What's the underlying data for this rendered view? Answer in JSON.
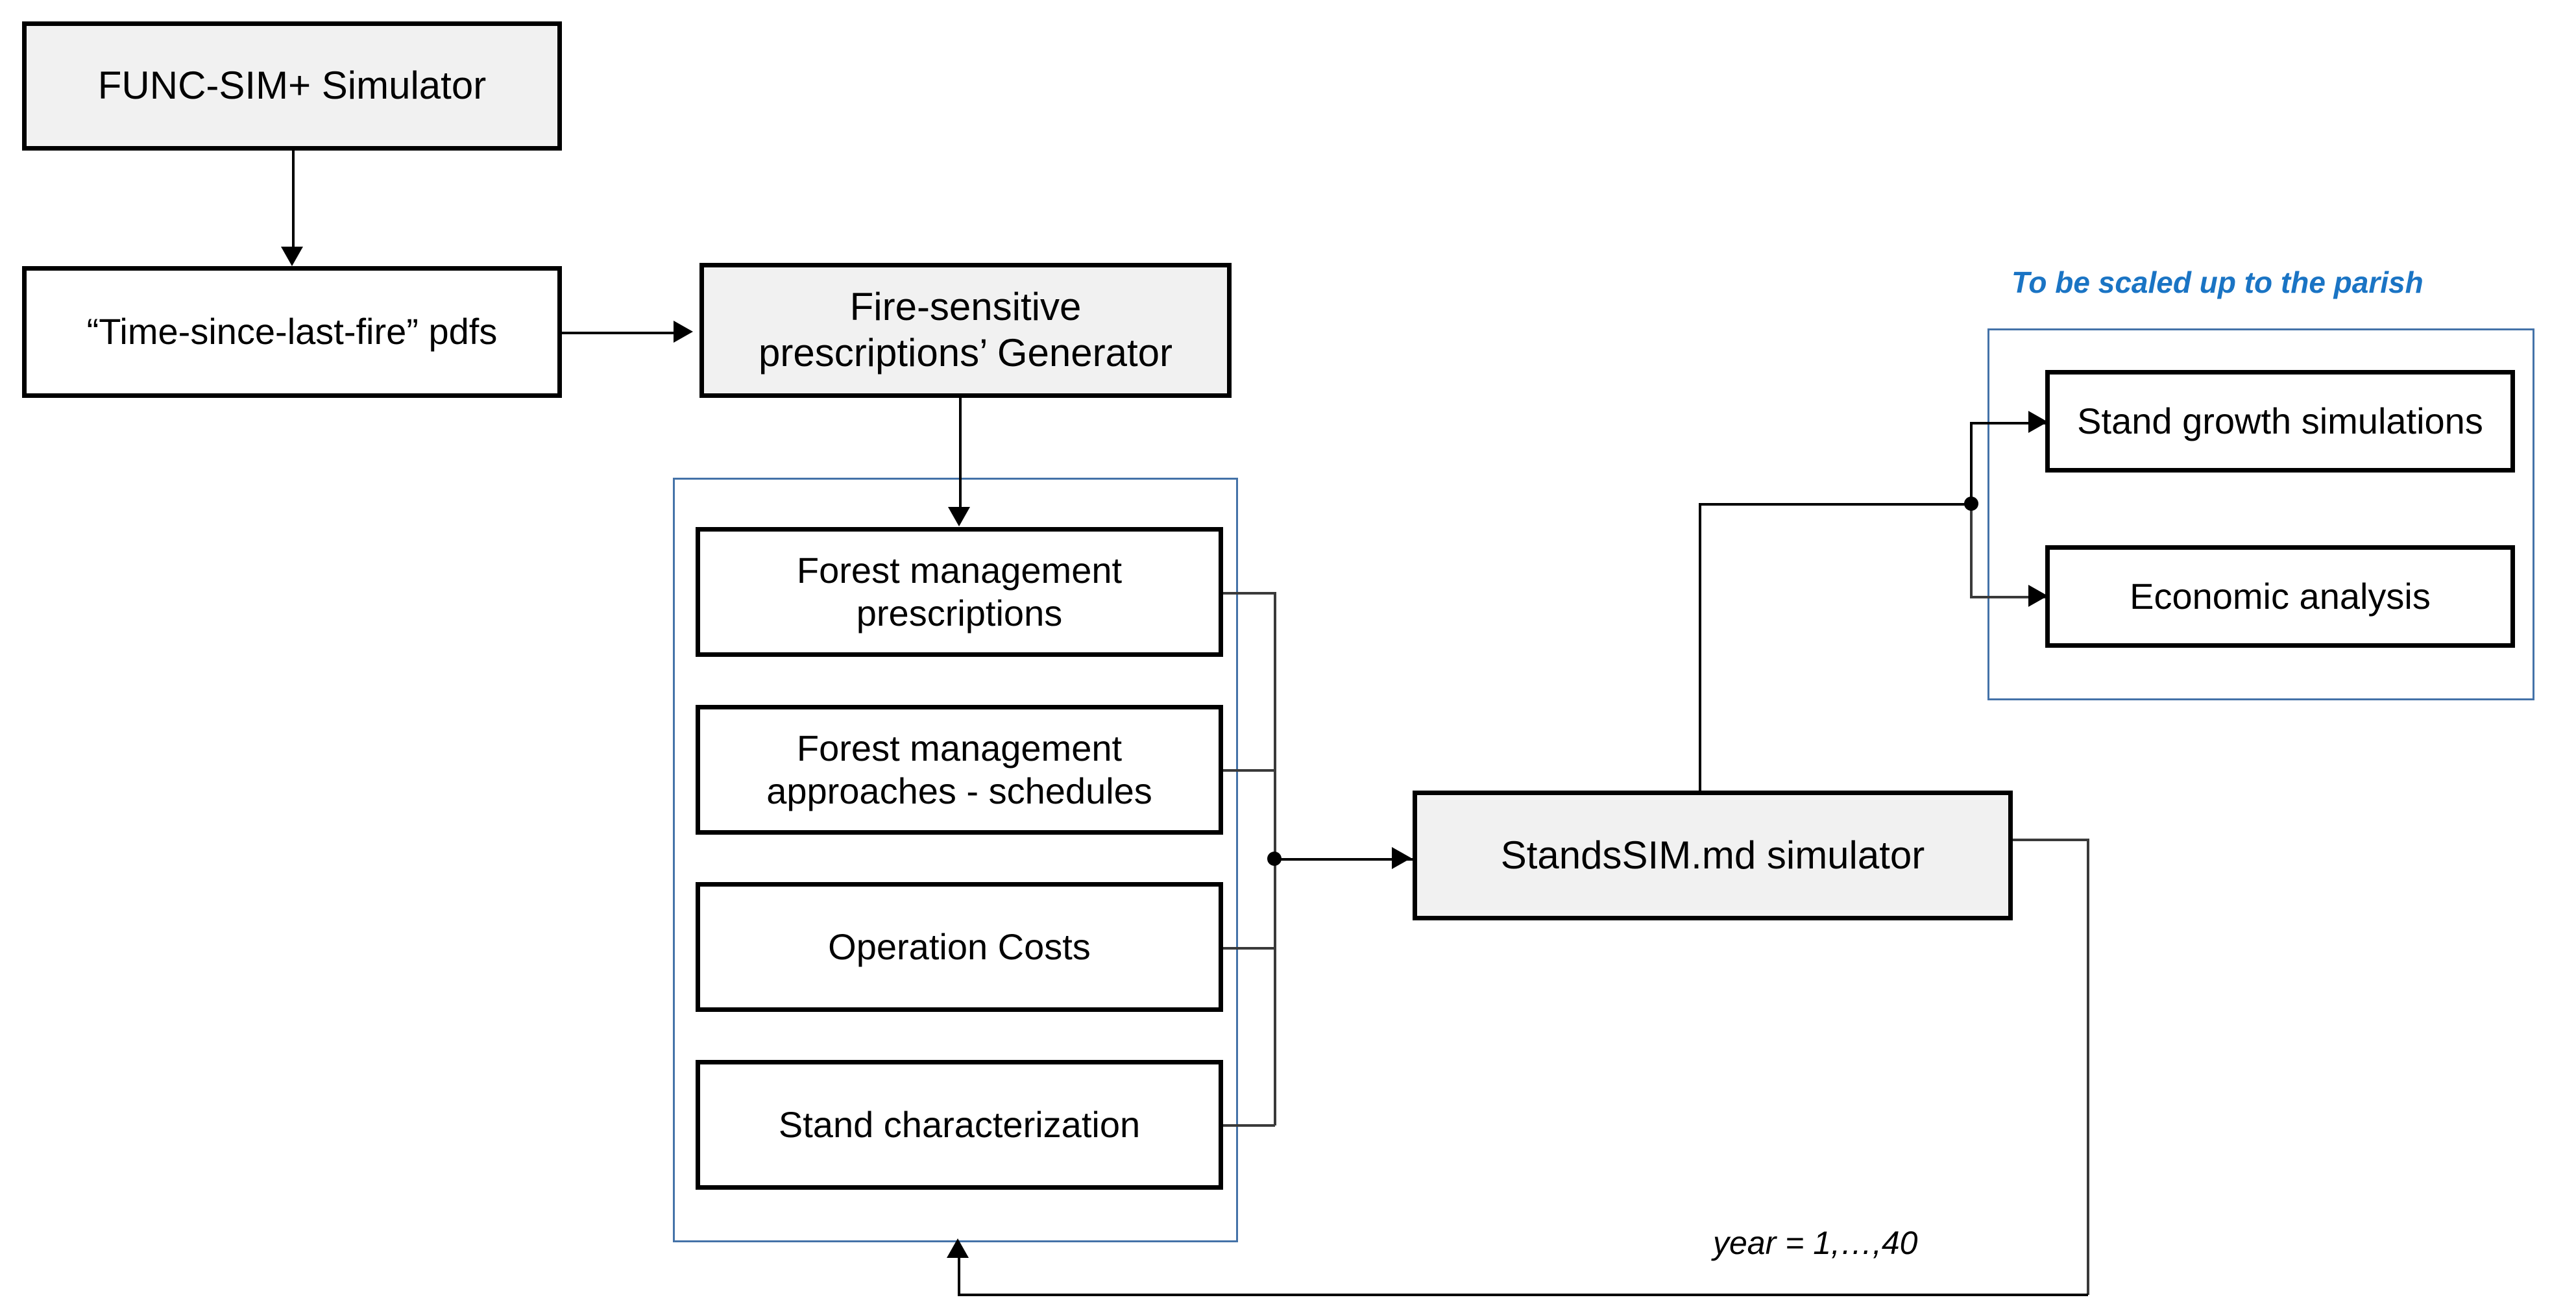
{
  "diagram": {
    "title": "FUNC-SIM+ / StandsSIM.md forest management simulation workflow",
    "colors": {
      "node_shaded_fill": "#f1f1f1",
      "node_plain_fill": "#ffffff",
      "node_border": "#000000",
      "group_border": "#4472a8",
      "group_caption_text": "#1a74c4",
      "connector": "#3a3a3a",
      "background": "#ffffff"
    },
    "nodes": {
      "func_sim": {
        "label": "FUNC-SIM+ Simulator",
        "style": "shaded"
      },
      "tslf_pdfs": {
        "label": "“Time-since-last-fire” pdfs",
        "style": "plain"
      },
      "generator": {
        "label": "Fire-sensitive\nprescriptions’ Generator",
        "style": "shaded"
      },
      "fm_prescriptions": {
        "label": "Forest management\nprescriptions",
        "style": "plain"
      },
      "fm_approaches": {
        "label": "Forest management\napproaches - schedules",
        "style": "plain"
      },
      "operation_costs": {
        "label": "Operation Costs",
        "style": "plain"
      },
      "stand_characterization": {
        "label": "Stand characterization",
        "style": "plain"
      },
      "standssim": {
        "label": "StandsSIM.md simulator",
        "style": "shaded"
      },
      "stand_growth": {
        "label": "Stand growth simulations",
        "style": "plain"
      },
      "economic_analysis": {
        "label": "Economic analysis",
        "style": "plain"
      }
    },
    "groups": {
      "inputs_group": {
        "caption": ""
      },
      "parish_group": {
        "caption": "To be scaled up to the parish"
      }
    },
    "annotations": {
      "loop_label": "year = 1,…,40"
    }
  }
}
